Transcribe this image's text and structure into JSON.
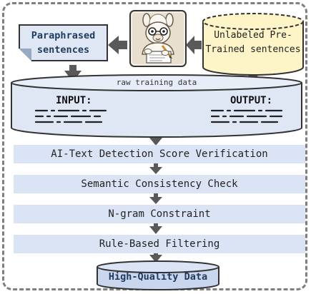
{
  "top": {
    "paraphrased": "Paraphrased sentences",
    "unlabeled_line1": "Unlabeled Pre-",
    "unlabeled_line2": "Trained sentences"
  },
  "raw_data": {
    "label": "raw training data",
    "input_label": "INPUT:",
    "output_label": "OUTPUT:"
  },
  "steps": [
    "AI-Text Detection Score Verification",
    "Semantic Consistency Check",
    "N-gram Constraint",
    "Rule-Based Filtering"
  ],
  "result": "High-Quality Data",
  "colors": {
    "step_fill": "#dbe4f5",
    "cylinder_fill": "#dfe7f5",
    "unlabeled_fill": "#fdf4c7",
    "arrow": "#595959",
    "frame": "#7f7f7f"
  },
  "icons": [
    "llama-writing-icon",
    "arrow-icon"
  ]
}
